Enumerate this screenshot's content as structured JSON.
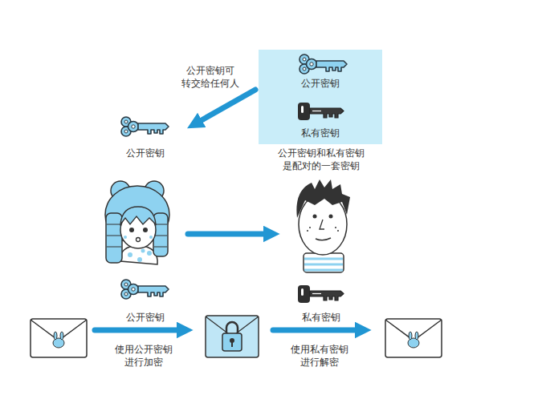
{
  "diagram": {
    "nodes": [
      {
        "text": [
          "公开密钥",
          "私有密钥"
        ]
      }
    ],
    "labels": [
      "公开密钥可 转交给任何人",
      "公开密钥",
      "公开密钥和私有密钥 是配对的一套密钥",
      "公开密钥",
      "私有密钥",
      "使用公开密钥 进行加密",
      "使用私有密钥 进行解密"
    ]
  }
}
